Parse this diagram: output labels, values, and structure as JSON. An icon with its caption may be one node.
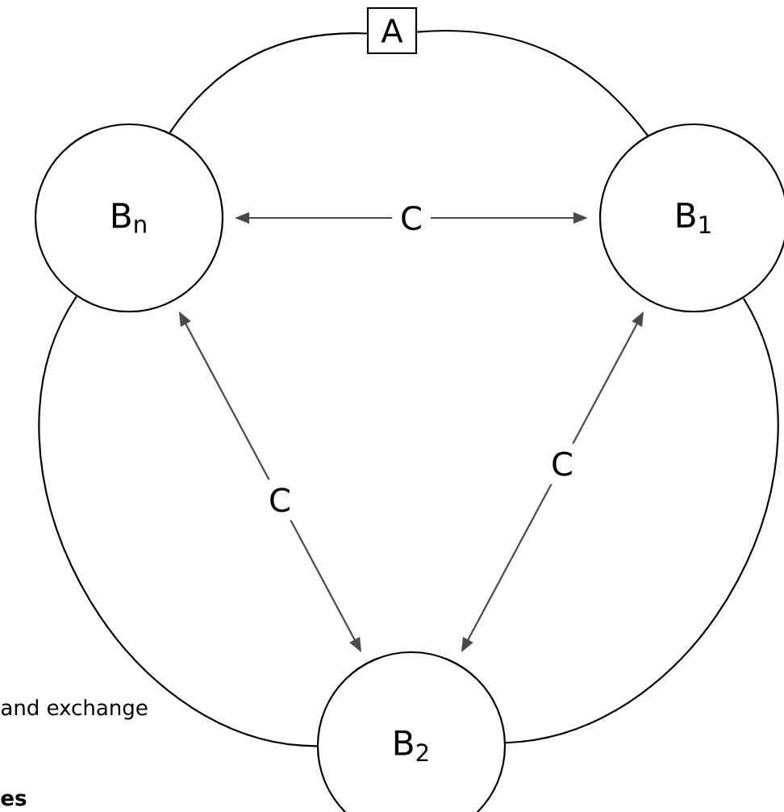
{
  "diagram": {
    "nodes": [
      {
        "text": [
          "A"
        ]
      },
      {
        "text": [
          "B$_{n}$"
        ]
      },
      {
        "text": [
          "B$_{1}$"
        ]
      },
      {
        "text": [
          "B$_{2}$"
        ]
      }
    ],
    "edges": [
      {
        "from": 0,
        "to": 2,
        "arrow": "none"
      },
      {
        "from": 2,
        "to": 3,
        "arrow": "none"
      },
      {
        "from": 3,
        "to": 1,
        "arrow": "none"
      },
      {
        "from": 1,
        "to": 0,
        "arrow": "none"
      },
      {
        "from": 1,
        "to": 2,
        "arrow": "both",
        "label": "C",
        "color": "#4a4a4a"
      },
      {
        "from": 1,
        "to": 3,
        "arrow": "both",
        "label": "C",
        "color": "#4a4a4a"
      },
      {
        "from": 2,
        "to": 3,
        "arrow": "both",
        "label": "C",
        "color": "#4a4a4a"
      }
    ],
    "labels": [
      "and exchange",
      "es"
    ]
  }
}
